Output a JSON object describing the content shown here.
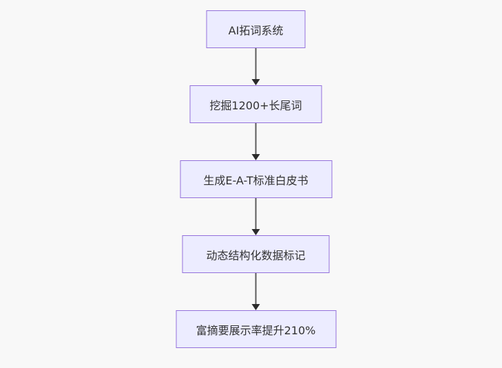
{
  "diagram": {
    "type": "flowchart",
    "direction": "top-down",
    "nodes": [
      {
        "label": "AI拓词系统"
      },
      {
        "label": "挖掘1200+长尾词"
      },
      {
        "label": "生成E-A-T标准白皮书"
      },
      {
        "label": "动态结构化数据标记"
      },
      {
        "label": "富摘要展示率提升210%"
      }
    ],
    "edges": [
      {
        "from": 0,
        "to": 1,
        "style": "arrow"
      },
      {
        "from": 1,
        "to": 2,
        "style": "arrow"
      },
      {
        "from": 2,
        "to": 3,
        "style": "arrow"
      },
      {
        "from": 3,
        "to": 4,
        "style": "arrow"
      }
    ],
    "colors": {
      "background": "#f8f8f8",
      "node_fill": "#ececff",
      "node_border": "#9370db",
      "node_text": "#333333",
      "edge_line": "#5b5b5b",
      "arrowhead": "#2b2b2b"
    }
  }
}
